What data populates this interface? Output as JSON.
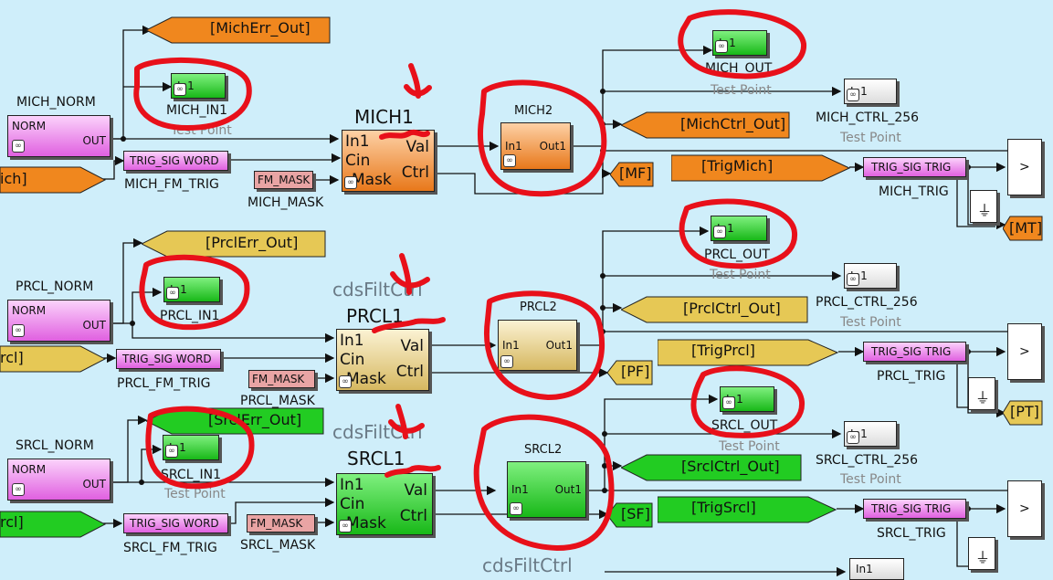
{
  "mich": {
    "from_tag_left": "ich]",
    "norm": {
      "label": "MICH_NORM",
      "in": "NORM",
      "out": "OUT"
    },
    "err_tag": "[MichErr_Out]",
    "in1_tp": {
      "port": "In1",
      "label": "MICH_IN1",
      "tp": "Test Point"
    },
    "trig": {
      "inner": "TRIG_SIG WORD",
      "label": "MICH_FM_TRIG"
    },
    "mask": {
      "inner": "FM_MASK",
      "label": "MICH_MASK"
    },
    "filt": {
      "title": "MICH1",
      "in1": "In1",
      "cin": "Cin",
      "mask": "Mask",
      "val": "Val",
      "ctrl": "Ctrl"
    },
    "sub": {
      "title": "MICH2",
      "in": "In1",
      "out": "Out1"
    },
    "out_tp": {
      "port": "In1",
      "label": "MICH_OUT",
      "tp": "Test Point"
    },
    "ctrl256": {
      "port": "In1",
      "label": "MICH_CTRL_256",
      "tp": "Test Point"
    },
    "ctrl_tag": "[MichCtrl_Out]",
    "f_tag": "[MF]",
    "trig_tag": "[TrigMich]",
    "trigsig": {
      "inner": "TRIG_SIG TRIG",
      "label": "MICH_TRIG"
    },
    "t_tag": "[MT]"
  },
  "prcl": {
    "from_tag_left": "rcl]",
    "norm": {
      "label": "PRCL_NORM",
      "in": "NORM",
      "out": "OUT"
    },
    "err_tag": "[PrclErr_Out]",
    "in1_tp": {
      "port": "In1",
      "label": "PRCL_IN1"
    },
    "trig": {
      "inner": "TRIG_SIG WORD",
      "label": "PRCL_FM_TRIG"
    },
    "mask": {
      "inner": "FM_MASK",
      "label": "PRCL_MASK"
    },
    "filt": {
      "title": "PRCL1",
      "ghost": "cdsFiltCtrl",
      "in1": "In1",
      "cin": "Cin",
      "mask": "Mask",
      "val": "Val",
      "ctrl": "Ctrl"
    },
    "sub": {
      "title": "PRCL2",
      "in": "In1",
      "out": "Out1"
    },
    "out_tp": {
      "port": "In1",
      "label": "PRCL_OUT",
      "tp": "Test Point"
    },
    "ctrl256": {
      "port": "In1",
      "label": "PRCL_CTRL_256",
      "tp": "Test Point"
    },
    "ctrl_tag": "[PrclCtrl_Out]",
    "f_tag": "[PF]",
    "trig_tag": "[TrigPrcl]",
    "trigsig": {
      "inner": "TRIG_SIG TRIG",
      "label": "PRCL_TRIG"
    },
    "t_tag": "[PT]"
  },
  "srcl": {
    "from_tag_left": "rcl]",
    "norm": {
      "label": "SRCL_NORM",
      "in": "NORM",
      "out": "OUT"
    },
    "err_tag": "[SrclErr_Out]",
    "in1_tp": {
      "port": "In1",
      "label": "SRCL_IN1",
      "tp": "Test Point"
    },
    "trig": {
      "inner": "TRIG_SIG WORD",
      "label": "SRCL_FM_TRIG"
    },
    "mask": {
      "inner": "FM_MASK",
      "label": "SRCL_MASK"
    },
    "filt": {
      "title": "SRCL1",
      "ghost": "cdsFiltCtrl",
      "in1": "In1",
      "cin": "Cin",
      "mask": "Mask",
      "val": "Val",
      "ctrl": "Ctrl"
    },
    "sub": {
      "title": "SRCL2",
      "in": "In1",
      "out": "Out1"
    },
    "out_tp": {
      "port": "In1",
      "label": "SRCL_OUT",
      "tp": "Test Point"
    },
    "ctrl256": {
      "port": "In1",
      "label": "SRCL_CTRL_256",
      "tp": "Test Point"
    },
    "ctrl_tag": "[SrclCtrl_Out]",
    "f_tag": "[SF]",
    "trig_tag": "[TrigSrcl]",
    "trigsig": {
      "inner": "TRIG_SIG TRIG",
      "label": "SRCL_TRIG"
    }
  },
  "bottom": {
    "ghost": "cdsFiltCtrl",
    "port": "In1"
  },
  "colors": {
    "background": "#cfeefa",
    "annotation": "#e8101a",
    "mich": "#f0871e",
    "prcl": "#e6c855",
    "srcl": "#22cc22",
    "trig": "#e060e0"
  }
}
